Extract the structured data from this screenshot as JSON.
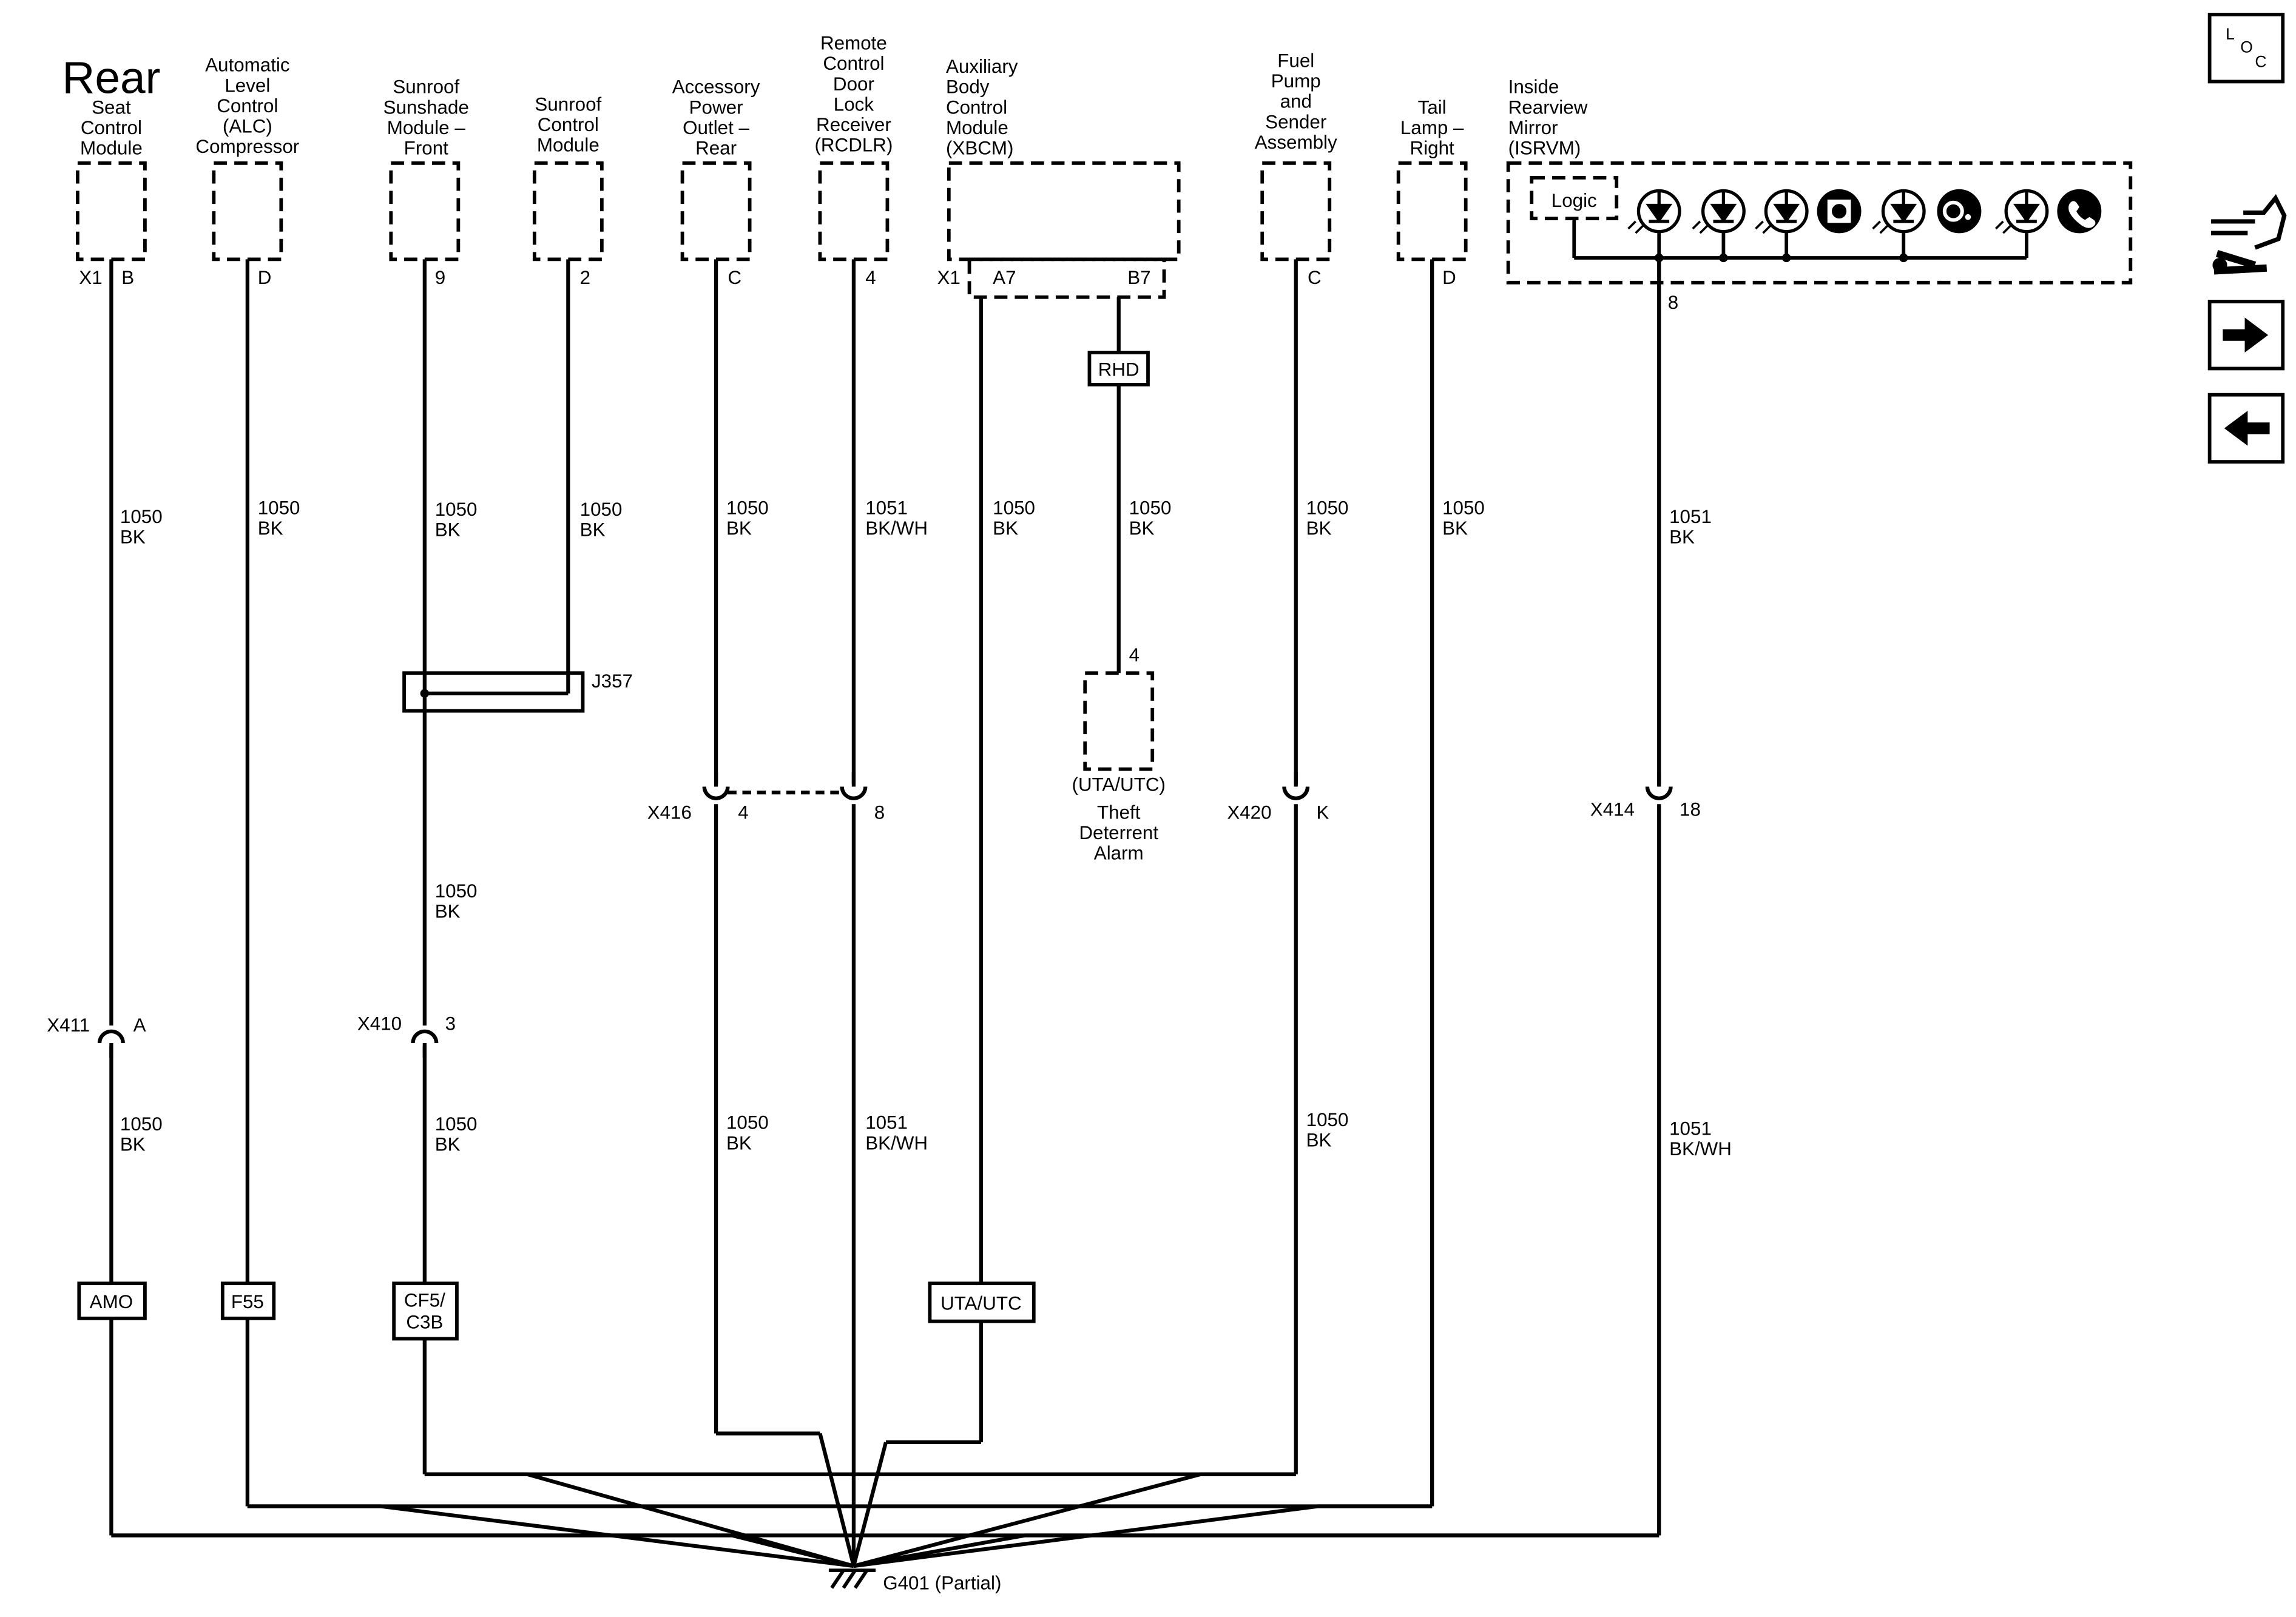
{
  "components": {
    "rear_seat": [
      "Rear",
      "Seat",
      "Control",
      "Module"
    ],
    "alc": [
      "Automatic",
      "Level",
      "Control",
      "(ALC)",
      "Compressor"
    ],
    "sunshade": [
      "Sunroof",
      "Sunshade",
      "Module –",
      "Front"
    ],
    "sunroof": [
      "Sunroof",
      "Control",
      "Module"
    ],
    "apo": [
      "Accessory",
      "Power",
      "Outlet –",
      "Rear"
    ],
    "rcdlr": [
      "Remote",
      "Control",
      "Door",
      "Lock",
      "Receiver",
      "(RCDLR)"
    ],
    "xbcm": [
      "Auxiliary",
      "Body",
      "Control",
      "Module",
      "(XBCM)"
    ],
    "fuel": [
      "Fuel",
      "Pump",
      "and",
      "Sender",
      "Assembly"
    ],
    "tail": [
      "Tail",
      "Lamp –",
      "Right"
    ],
    "mirror": [
      "Inside",
      "Rearview",
      "Mirror",
      "(ISRVM)"
    ],
    "mirror_logic": "Logic",
    "theft": [
      "(UTA/UTC)",
      "Theft",
      "Deterrent",
      "Alarm"
    ]
  },
  "pins": {
    "rear_seat_conn": "X1",
    "rear_seat_pin": "B",
    "alc_pin": "D",
    "sunshade_pin": "9",
    "sunroof_pin": "2",
    "apo_pin": "C",
    "rcdlr_pin": "4",
    "xbcm_conn": "X1",
    "xbcm_pin_a7": "A7",
    "xbcm_pin_b7": "B7",
    "fuel_pin": "C",
    "tail_pin": "D",
    "mirror_pin": "8",
    "theft_pin": "4"
  },
  "wires": {
    "c1": [
      "1050",
      "BK"
    ],
    "c2": [
      "1050",
      "BK"
    ],
    "c3": [
      "1050",
      "BK"
    ],
    "c4": [
      "1050",
      "BK"
    ],
    "c5": [
      "1050",
      "BK"
    ],
    "c6": [
      "1051",
      "BK/WH"
    ],
    "c7": [
      "1050",
      "BK"
    ],
    "c8": [
      "1050",
      "BK"
    ],
    "c9": [
      "1050",
      "BK"
    ],
    "c10": [
      "1050",
      "BK"
    ],
    "c11": [
      "1051",
      "BK"
    ],
    "c3_mid": [
      "1050",
      "BK"
    ],
    "c1_low": [
      "1050",
      "BK"
    ],
    "c3_low": [
      "1050",
      "BK"
    ],
    "c5_low": [
      "1050",
      "BK"
    ],
    "c6_low": [
      "1051",
      "BK/WH"
    ],
    "c9_low": [
      "1050",
      "BK"
    ],
    "c11_low": [
      "1051",
      "BK/WH"
    ]
  },
  "connectors": {
    "x411": "X411",
    "x411_pin": "A",
    "x410": "X410",
    "x410_pin": "3",
    "x416": "X416",
    "x416_pin_a": "4",
    "x416_pin_b": "8",
    "x420": "X420",
    "x420_pin": "K",
    "x414": "X414",
    "x414_pin": "18"
  },
  "splice": "J357",
  "rhd_tag": "RHD",
  "option_tags": {
    "amo": "AMO",
    "f55": "F55",
    "cf5_line1": "CF5/",
    "cf5_line2": "C3B",
    "uta": "UTA/UTC"
  },
  "ground": "G401 (Partial)",
  "nav": {
    "loc_l": "L",
    "loc_o": "O",
    "loc_c": "C",
    "connector_icon": "connector-wrench-icon",
    "next_icon": "arrow-right-icon",
    "prev_icon": "arrow-left-icon"
  }
}
